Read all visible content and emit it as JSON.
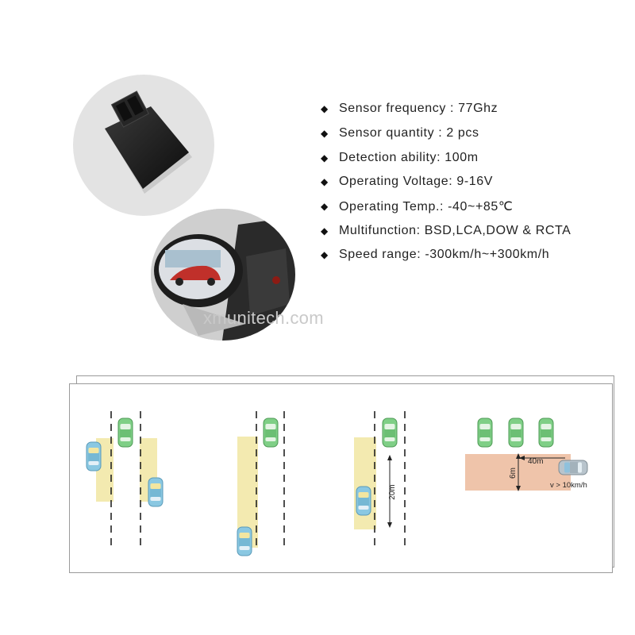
{
  "specs": [
    {
      "text": "Sensor frequency : 77Ghz"
    },
    {
      "text": "Sensor quantity : 2 pcs"
    },
    {
      "text": "Detection ability: 100m"
    },
    {
      "text": "Operating Voltage: 9-16V"
    },
    {
      "text": "Operating Temp.:  -40~+85℃"
    },
    {
      "text": "Multifunction: BSD,LCA,DOW & RCTA"
    },
    {
      "text": "Speed range:  -300km/h~+300km/h"
    }
  ],
  "bullet_glyph": "◆",
  "watermark": "xmunitech.com",
  "diagram": {
    "lca_distance": "20m",
    "rcta_width": "40m",
    "rcta_depth": "6m",
    "rcta_speed": "v > 10km/h"
  },
  "colors": {
    "zone_yellow": "#f3eab0",
    "zone_rcta": "#efc4aa",
    "car_green": "#7fcf86",
    "car_blue": "#8ac8e2"
  }
}
